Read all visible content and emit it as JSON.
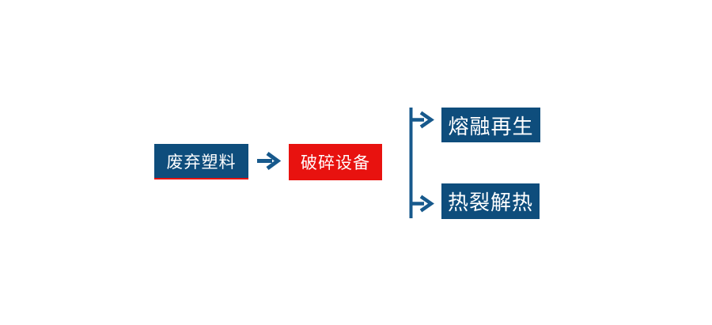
{
  "page": {
    "background": "#ffffff"
  },
  "colors": {
    "node_blue": "#0e4d7c",
    "node_red": "#e8120f",
    "connector": "#17598c",
    "underline": "#e8120f",
    "node_text": "#ffffff",
    "page_bg": "#ffffff"
  },
  "diagram": {
    "type": "flowchart",
    "nodes": [
      {
        "id": "waste-plastic",
        "label": "废弃塑料",
        "style": "blue-underlined"
      },
      {
        "id": "crushing-equipment",
        "label": "破碎设备",
        "style": "red"
      },
      {
        "id": "melt-regeneration",
        "label": "熔融再生",
        "style": "blue"
      },
      {
        "id": "pyrolysis",
        "label": "热裂解热",
        "style": "blue"
      }
    ],
    "edges": [
      {
        "from": "waste-plastic",
        "to": "crushing-equipment",
        "type": "arrow"
      },
      {
        "from": "crushing-equipment",
        "to": "melt-regeneration",
        "type": "branch-arrow"
      },
      {
        "from": "crushing-equipment",
        "to": "pyrolysis",
        "type": "branch-arrow"
      }
    ]
  }
}
